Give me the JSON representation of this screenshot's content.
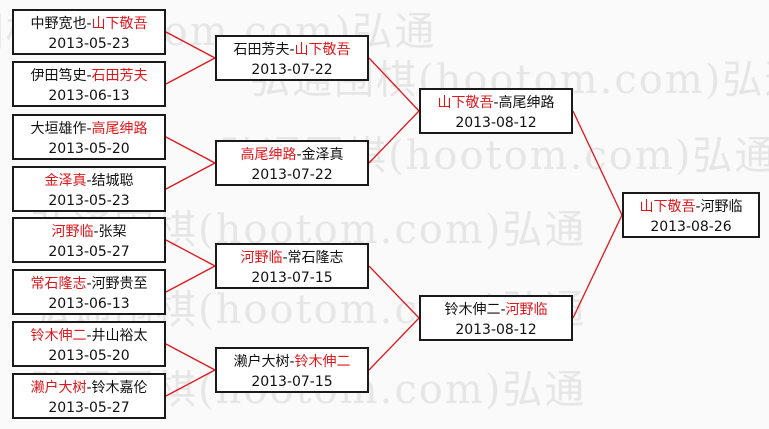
{
  "watermark": "弘通围棋(hootom.com)弘通",
  "colors": {
    "winner": "#e0161b",
    "text": "#111111",
    "connector": "#e0161b",
    "border": "#1a1a1a",
    "background": "#fafafa"
  },
  "rounds": [
    {
      "name": "round-1",
      "matches": [
        {
          "p1": "中野宽也",
          "p2": "山下敬吾",
          "winner": 2,
          "date": "2013-05-23"
        },
        {
          "p1": "伊田笃史",
          "p2": "石田芳夫",
          "winner": 2,
          "date": "2013-06-13"
        },
        {
          "p1": "大垣雄作",
          "p2": "高尾绅路",
          "winner": 2,
          "date": "2013-05-20"
        },
        {
          "p1": "金泽真",
          "p2": "结城聪",
          "winner": 1,
          "date": "2013-05-23"
        },
        {
          "p1": "河野临",
          "p2": "张栔",
          "winner": 1,
          "date": "2013-05-27"
        },
        {
          "p1": "常石隆志",
          "p2": "河野贵至",
          "winner": 1,
          "date": "2013-06-13"
        },
        {
          "p1": "铃木伸二",
          "p2": "井山裕太",
          "winner": 1,
          "date": "2013-05-20"
        },
        {
          "p1": "濑户大树",
          "p2": "铃木嘉伦",
          "winner": 1,
          "date": "2013-05-27"
        }
      ]
    },
    {
      "name": "round-2",
      "matches": [
        {
          "p1": "石田芳夫",
          "p2": "山下敬吾",
          "winner": 2,
          "date": "2013-07-22"
        },
        {
          "p1": "高尾绅路",
          "p2": "金泽真",
          "winner": 1,
          "date": "2013-07-22"
        },
        {
          "p1": "河野临",
          "p2": "常石隆志",
          "winner": 1,
          "date": "2013-07-15"
        },
        {
          "p1": "濑户大树",
          "p2": "铃木伸二",
          "winner": 2,
          "date": "2013-07-15"
        }
      ]
    },
    {
      "name": "semifinal",
      "matches": [
        {
          "p1": "山下敬吾",
          "p2": "高尾绅路",
          "winner": 1,
          "date": "2013-08-12"
        },
        {
          "p1": "铃木伸二",
          "p2": "河野临",
          "winner": 2,
          "date": "2013-08-12"
        }
      ]
    },
    {
      "name": "final",
      "matches": [
        {
          "p1": "山下敬吾",
          "p2": "河野临",
          "winner": 1,
          "date": "2013-08-26"
        }
      ]
    }
  ]
}
